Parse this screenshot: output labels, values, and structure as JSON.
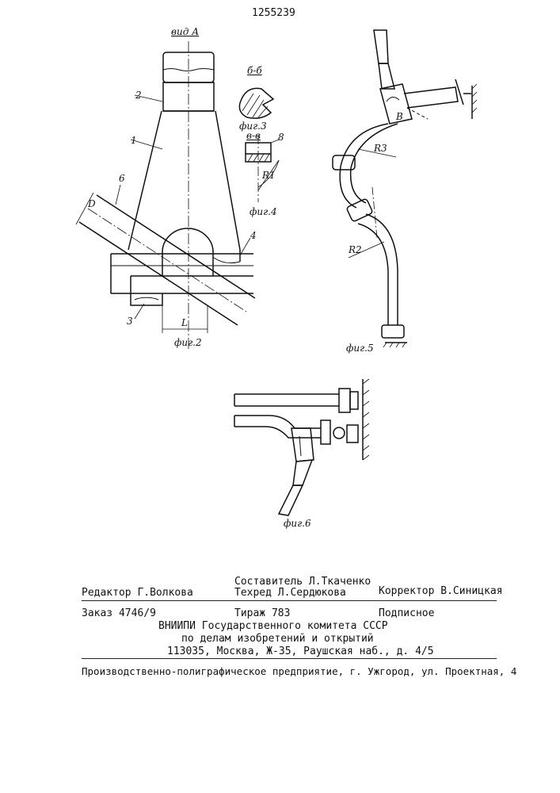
{
  "header": {
    "patent_number": "1255239"
  },
  "figures": {
    "fig2": {
      "caption": "фиг.2",
      "view_label": "вид А",
      "parts": [
        "1",
        "2",
        "3",
        "4",
        "6"
      ],
      "dim_D": "D",
      "dim_L": "L"
    },
    "fig3": {
      "caption": "фиг.3",
      "section": "б-б"
    },
    "fig4": {
      "caption": "фиг.4",
      "section": "в-в",
      "part": "8",
      "radius": "R1"
    },
    "fig5": {
      "caption": "фиг.5",
      "radius_r3": "R3",
      "radius_r2": "R2",
      "letter_b": "В"
    },
    "fig6": {
      "caption": "фиг.6"
    }
  },
  "imprint": {
    "compiler": "Составитель Л.Ткаченко",
    "editor": "Редактор Г.Волкова",
    "techred": "Техред Л.Сердюкова",
    "corrector": "Корректор В.Синицкая",
    "order": "Заказ 4746/9",
    "circulation": "Тираж 783",
    "subscription": "Подписное",
    "org_line1": "ВНИИПИ Государственного комитета СССР",
    "org_line2": "по делам изобретений и открытий",
    "address": "113035, Москва, Ж-35, Раушская наб., д. 4/5",
    "printer": "Производственно-полиграфическое предприятие, г. Ужгород, ул. Проектная, 4"
  }
}
